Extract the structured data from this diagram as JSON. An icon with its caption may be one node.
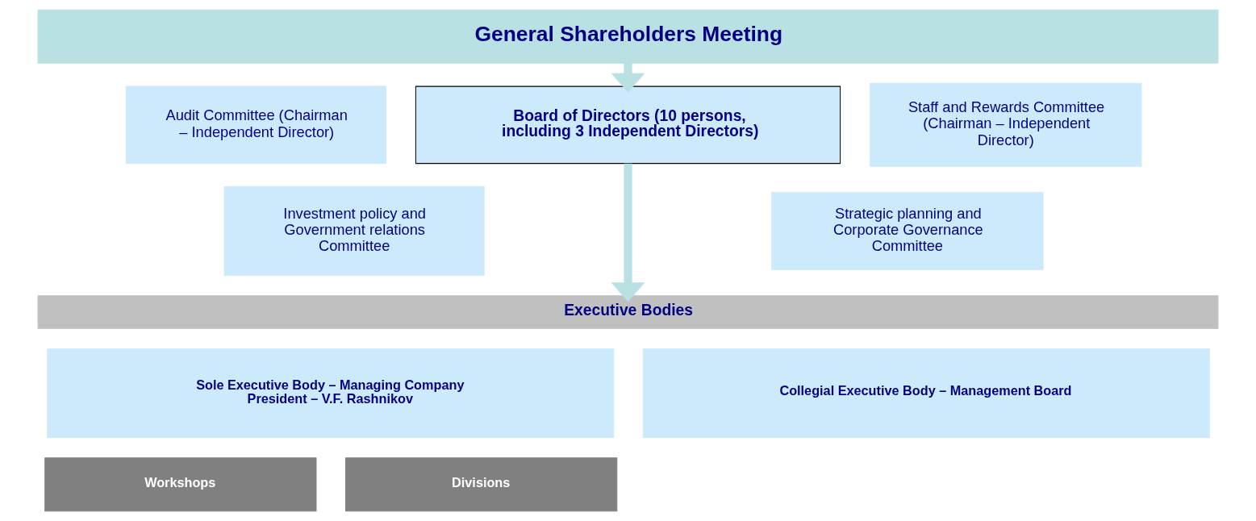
{
  "diagram": {
    "nodes": [
      {
        "text": [
          "General Shareholders Meeting"
        ]
      },
      {
        "text": [
          "Audit Committee (Chairman – Independent Director)"
        ]
      },
      {
        "text": [
          "Investment policy and Government relations Committee"
        ]
      },
      {
        "text": [
          "Board of Directors (10 persons, including 3 Independent Directors)"
        ]
      },
      {
        "text": [
          "Staff and Rewards Committee (Chairman – Independent Director)"
        ]
      },
      {
        "text": [
          "Strategic planning and Corporate Governance Committee"
        ]
      },
      {
        "text": [
          "Executive Bodies"
        ]
      },
      {
        "text": [
          "Sole Executive Body – Managing Company",
          "President – V.F. Rashnikov"
        ]
      },
      {
        "text": [
          "Collegial Executive Body – Management Board"
        ]
      },
      {
        "text": [
          "Workshops"
        ]
      },
      {
        "text": [
          "Divisions"
        ]
      }
    ],
    "edges": [
      {
        "from": 0,
        "to": 3,
        "arrow": "to"
      },
      {
        "from": 3,
        "to": 6,
        "arrow": "to"
      }
    ]
  }
}
